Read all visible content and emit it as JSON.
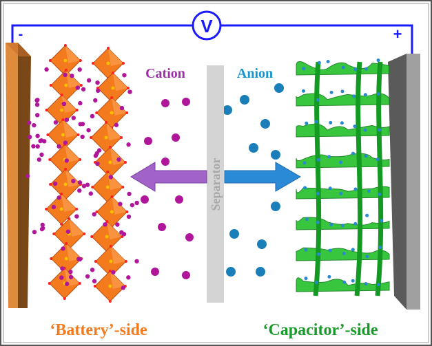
{
  "diagram": {
    "voltmeter_label": "V",
    "negative_terminal": "-",
    "positive_terminal": "+",
    "cation_label": "Cation",
    "anion_label": "Anion",
    "separator_label": "Separator",
    "battery_side_label": "‘Battery’-side",
    "capacitor_side_label": "‘Capacitor’-side"
  },
  "colors": {
    "wire": "#1a1aff",
    "cation": "#b0169a",
    "cation_label": "#9b30a6",
    "anion": "#1a7fb8",
    "anion_label": "#1596cf",
    "battery": "#f47a1e",
    "capacitor": "#1a9a2a",
    "separator": "#d4d4d4",
    "left_electrode": "#e08a3c",
    "right_electrode": "#9a9a9a"
  }
}
